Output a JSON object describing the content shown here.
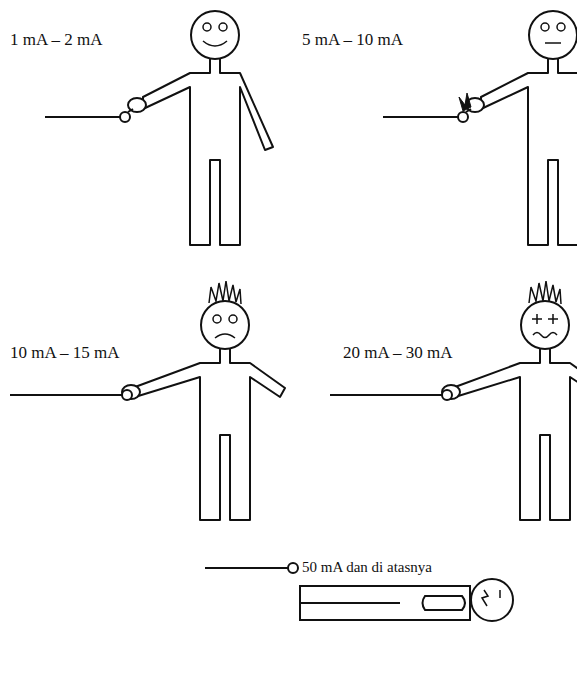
{
  "diagram": {
    "labels": [
      "1 mA – 2 mA",
      "5 mA – 10 mA",
      "10 mA – 15 mA",
      "20 mA – 30 mA",
      "50 mA dan di atasnya"
    ]
  }
}
